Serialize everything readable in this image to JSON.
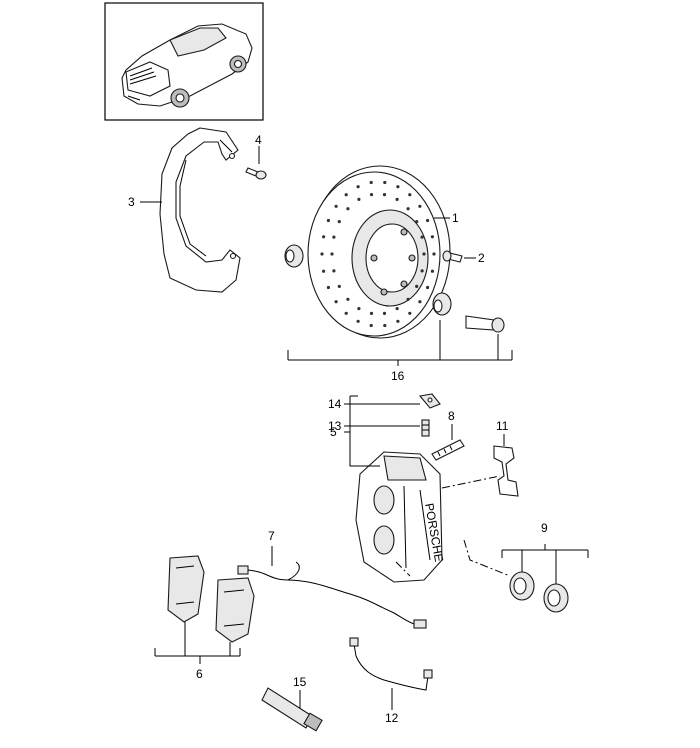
{
  "callouts": [
    {
      "id": "c1",
      "text": "1"
    },
    {
      "id": "c2",
      "text": "2"
    },
    {
      "id": "c3",
      "text": "3"
    },
    {
      "id": "c4",
      "text": "4"
    },
    {
      "id": "c5",
      "text": "5"
    },
    {
      "id": "c6",
      "text": "6"
    },
    {
      "id": "c7",
      "text": "7"
    },
    {
      "id": "c8",
      "text": "8"
    },
    {
      "id": "c9",
      "text": "9"
    },
    {
      "id": "c11",
      "text": "11"
    },
    {
      "id": "c12",
      "text": "12"
    },
    {
      "id": "c13",
      "text": "13"
    },
    {
      "id": "c14",
      "text": "14"
    },
    {
      "id": "c15",
      "text": "15"
    },
    {
      "id": "c16",
      "text": "16"
    }
  ],
  "caliper_branding": "PORSCHE"
}
